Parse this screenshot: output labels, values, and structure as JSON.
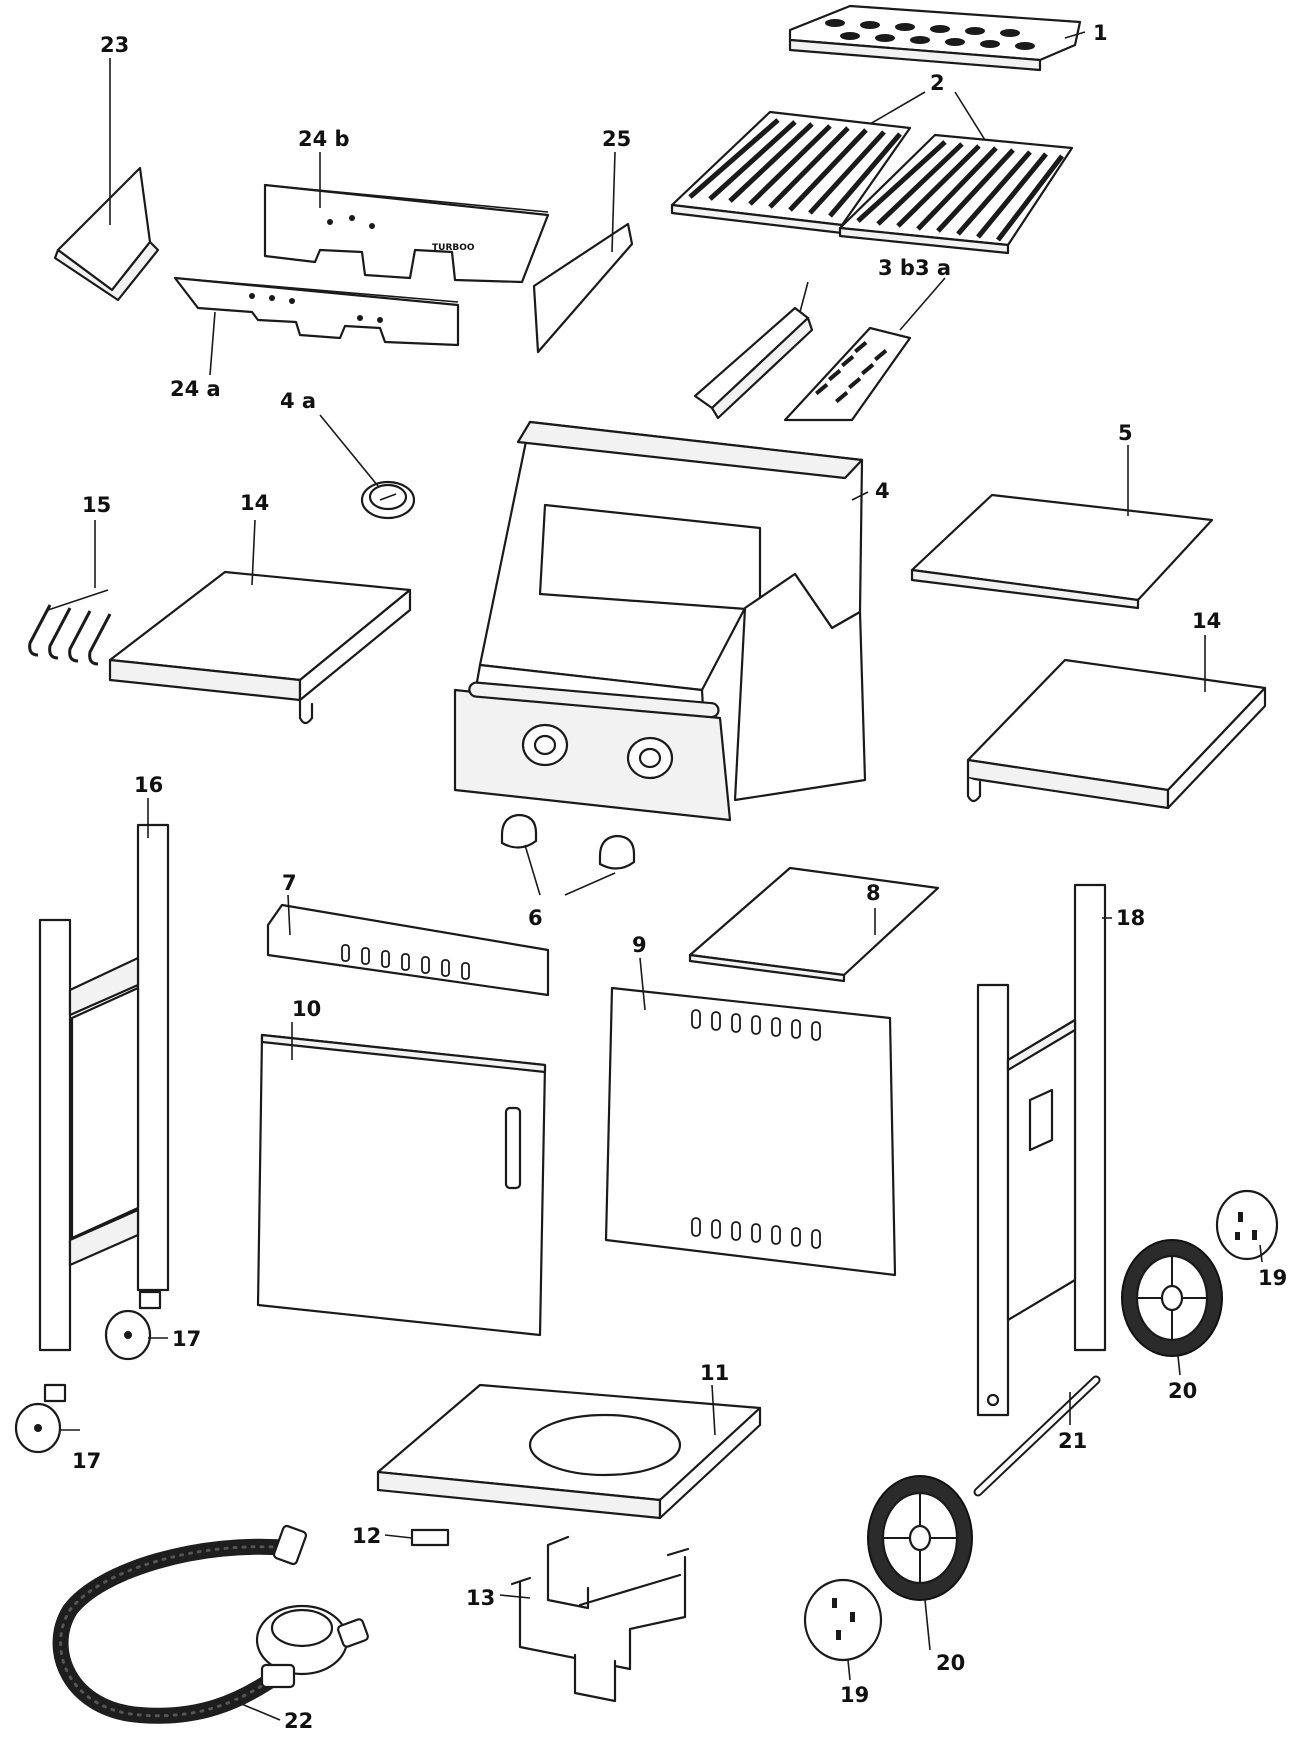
{
  "diagram": {
    "part_labels": [
      {
        "id": "1",
        "text": "1"
      },
      {
        "id": "2",
        "text": "2"
      },
      {
        "id": "3b3a",
        "text": "3 b3 a"
      },
      {
        "id": "4",
        "text": "4"
      },
      {
        "id": "4a",
        "text": "4 a"
      },
      {
        "id": "5",
        "text": "5"
      },
      {
        "id": "6",
        "text": "6"
      },
      {
        "id": "7",
        "text": "7"
      },
      {
        "id": "8",
        "text": "8"
      },
      {
        "id": "9",
        "text": "9"
      },
      {
        "id": "10",
        "text": "10"
      },
      {
        "id": "11",
        "text": "11"
      },
      {
        "id": "12",
        "text": "12"
      },
      {
        "id": "13",
        "text": "13"
      },
      {
        "id": "14a",
        "text": "14"
      },
      {
        "id": "14b",
        "text": "14"
      },
      {
        "id": "15",
        "text": "15"
      },
      {
        "id": "16",
        "text": "16"
      },
      {
        "id": "17a",
        "text": "17"
      },
      {
        "id": "17b",
        "text": "17"
      },
      {
        "id": "18",
        "text": "18"
      },
      {
        "id": "19a",
        "text": "19"
      },
      {
        "id": "19b",
        "text": "19"
      },
      {
        "id": "20a",
        "text": "20"
      },
      {
        "id": "20b",
        "text": "20"
      },
      {
        "id": "21",
        "text": "21"
      },
      {
        "id": "22",
        "text": "22"
      },
      {
        "id": "23",
        "text": "23"
      },
      {
        "id": "24a",
        "text": "24 a"
      },
      {
        "id": "24b",
        "text": "24 b"
      },
      {
        "id": "25",
        "text": "25"
      }
    ],
    "printed_text": {
      "heat_shield_logo": "TURBOO"
    }
  }
}
